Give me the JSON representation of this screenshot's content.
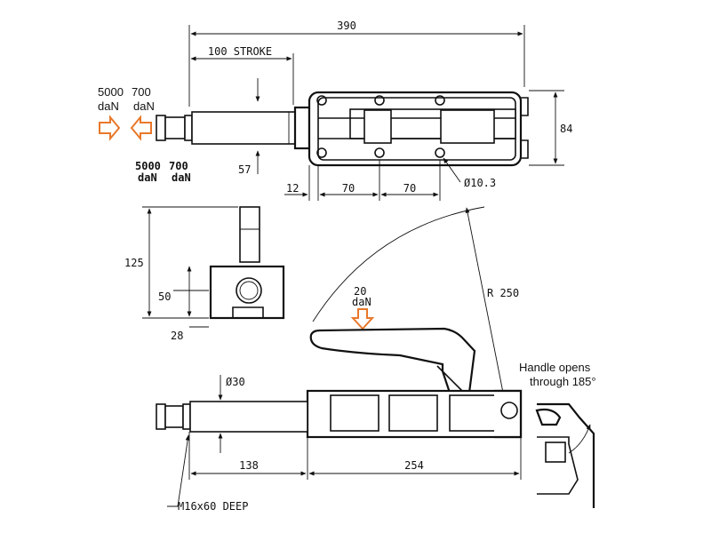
{
  "dimensions": {
    "overall_length": "390",
    "stroke": "100 STROKE",
    "height_top": "84",
    "spacing_1": "70",
    "spacing_2": "70",
    "offset_12": "12",
    "offset_57": "57",
    "hole": "Ø10.3",
    "height_125": "125",
    "height_50": "50",
    "height_28": "28",
    "radius": "R 250",
    "rod_dia": "Ø30",
    "length_138": "138",
    "length_254": "254",
    "thread": "M16x60 DEEP"
  },
  "forces": {
    "push_value": "5000",
    "pull_value": "700",
    "unit": "daN",
    "handle_force": "20",
    "small_push": "5000",
    "small_pull": "700"
  },
  "notes": {
    "handle_line1": "Handle opens",
    "handle_line2": "through 185°"
  },
  "colors": {
    "accent": "#e8782a",
    "ink": "#111111"
  }
}
